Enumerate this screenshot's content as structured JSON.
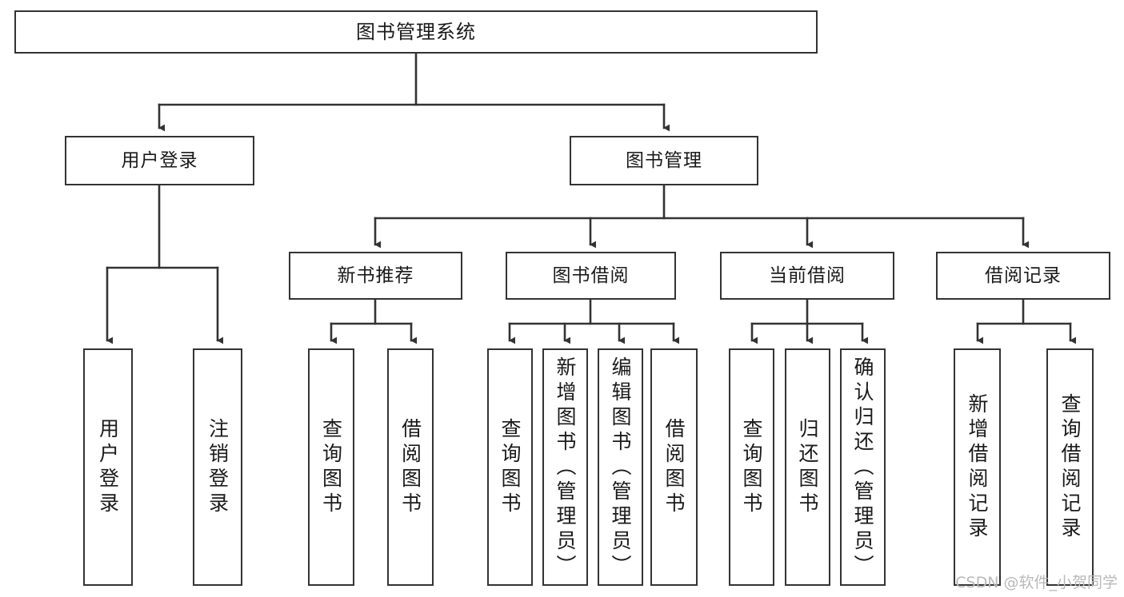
{
  "diagram": {
    "type": "tree-hierarchy-chart",
    "title": "图书管理系统",
    "line_color": "#333333",
    "box_fill": "#ffffff",
    "text_color": "#1a1a1a",
    "nodes": {
      "root": {
        "label": "图书管理系统"
      },
      "level2": [
        {
          "id": "user-login",
          "label": "用户登录"
        },
        {
          "id": "book-management",
          "label": "图书管理"
        }
      ],
      "level3": [
        {
          "id": "new-book-recommend",
          "label": "新书推荐"
        },
        {
          "id": "book-borrow",
          "label": "图书借阅"
        },
        {
          "id": "current-borrow",
          "label": "当前借阅"
        },
        {
          "id": "borrow-record",
          "label": "借阅记录"
        }
      ],
      "leaves": {
        "user_login": [
          {
            "id": "leaf-user-login",
            "label": "用户登录"
          },
          {
            "id": "leaf-logout-login",
            "label": "注销登录"
          }
        ],
        "new_book_recommend": [
          {
            "id": "leaf-query-book-1",
            "label": "查询图书"
          },
          {
            "id": "leaf-borrow-book-1",
            "label": "借阅图书"
          }
        ],
        "book_borrow": [
          {
            "id": "leaf-query-book-2",
            "label": "查询图书"
          },
          {
            "id": "leaf-add-book",
            "label": "新增图书（管理员）"
          },
          {
            "id": "leaf-edit-book",
            "label": "编辑图书（管理员）"
          },
          {
            "id": "leaf-borrow-book-2",
            "label": "借阅图书"
          }
        ],
        "current_borrow": [
          {
            "id": "leaf-query-book-3",
            "label": "查询图书"
          },
          {
            "id": "leaf-return-book",
            "label": "归还图书"
          },
          {
            "id": "leaf-confirm-return",
            "label": "确认归还（管理员）"
          }
        ],
        "borrow_record": [
          {
            "id": "leaf-add-record",
            "label": "新增借阅记录"
          },
          {
            "id": "leaf-query-record",
            "label": "查询借阅记录"
          }
        ]
      }
    }
  },
  "watermark": {
    "text": "CSDN @软件_小贺同学"
  }
}
